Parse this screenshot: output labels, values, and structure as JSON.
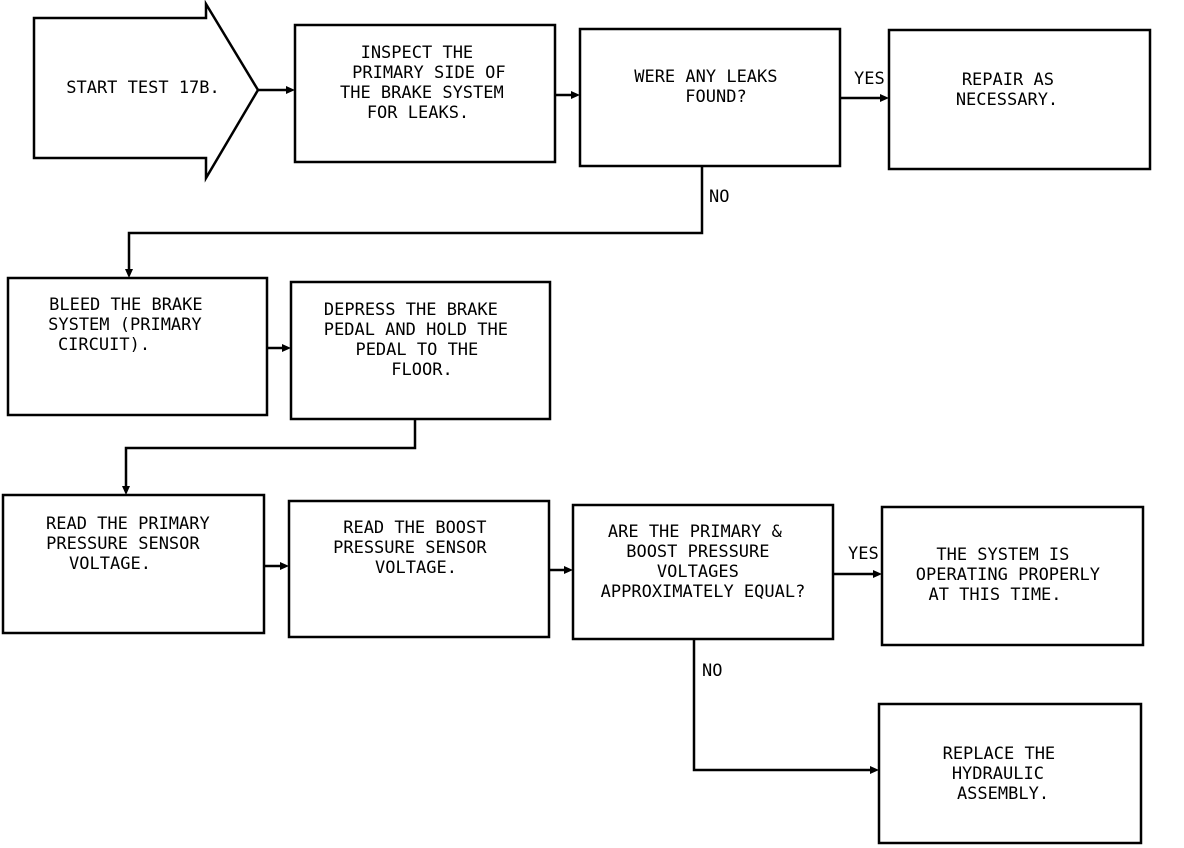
{
  "diagram": {
    "type": "flowchart",
    "start": {
      "text": "START TEST 17B."
    },
    "nodes": [
      {
        "id": "inspect",
        "lines": [
          "INSPECT THE",
          "PRIMARY SIDE OF",
          "THE BRAKE SYSTEM",
          "FOR LEAKS."
        ]
      },
      {
        "id": "leaks_found",
        "lines": [
          "WERE ANY LEAKS",
          "FOUND?"
        ]
      },
      {
        "id": "repair",
        "lines": [
          "REPAIR AS",
          "NECESSARY."
        ]
      },
      {
        "id": "bleed",
        "lines": [
          "BLEED THE BRAKE",
          "SYSTEM (PRIMARY",
          "CIRCUIT)."
        ]
      },
      {
        "id": "depress",
        "lines": [
          "DEPRESS THE BRAKE",
          "PEDAL AND HOLD THE",
          "PEDAL TO THE",
          "FLOOR."
        ]
      },
      {
        "id": "read_primary",
        "lines": [
          "READ THE PRIMARY",
          "PRESSURE SENSOR",
          "VOLTAGE."
        ]
      },
      {
        "id": "read_boost",
        "lines": [
          "READ THE BOOST",
          "PRESSURE SENSOR",
          "VOLTAGE."
        ]
      },
      {
        "id": "equal_check",
        "lines": [
          "ARE THE PRIMARY &",
          "BOOST PRESSURE",
          "VOLTAGES",
          "APPROXIMATELY EQUAL?"
        ]
      },
      {
        "id": "ok",
        "lines": [
          "THE SYSTEM IS",
          "OPERATING PROPERLY",
          "AT THIS TIME."
        ]
      },
      {
        "id": "replace",
        "lines": [
          "REPLACE THE",
          "HYDRAULIC",
          "ASSEMBLY."
        ]
      }
    ],
    "edge_labels": {
      "leaks_yes": "YES",
      "leaks_no": "NO",
      "equal_yes": "YES",
      "equal_no": "NO"
    }
  }
}
